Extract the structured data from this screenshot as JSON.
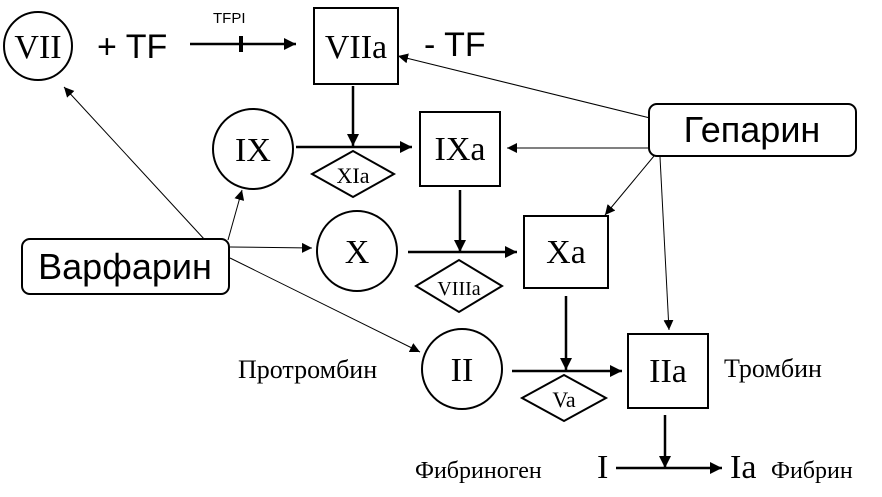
{
  "nodes": {
    "vii": "VII",
    "plus_tf": "+ TF",
    "tfpi": "TFPI",
    "viia": "VIIa",
    "minus_tf": "- TF",
    "ix": "IX",
    "ixa": "IXa",
    "xia": "XIa",
    "x": "X",
    "xa": "Xa",
    "viiia": "VIIIa",
    "ii": "II",
    "iia": "IIa",
    "va": "Va",
    "prothrombin": "Протромбин",
    "thrombin": "Тромбин",
    "fibrinogen": "Фибриноген",
    "i": "I",
    "ia": "Ia",
    "fibrin": "Фибрин"
  },
  "drugs": {
    "heparin": "Гепарин",
    "warfarin": "Варфарин"
  }
}
